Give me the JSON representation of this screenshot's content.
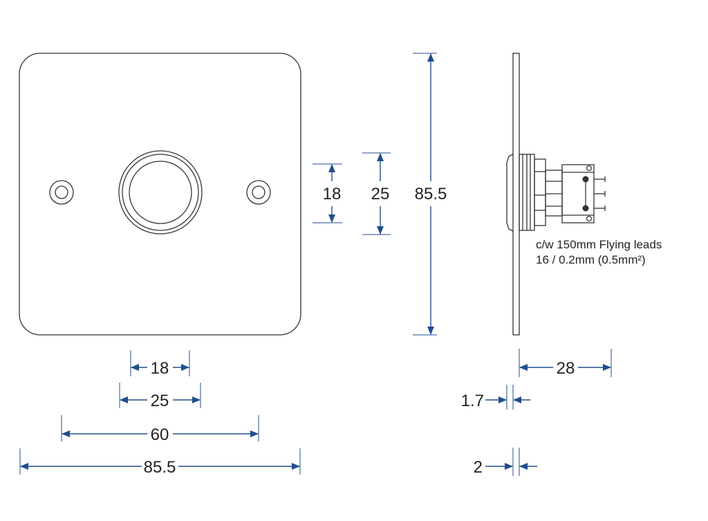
{
  "front_view": {
    "vertical_dims": [
      "18",
      "25",
      "85.5"
    ],
    "horizontal_dims": [
      "18",
      "25",
      "60",
      "85.5"
    ]
  },
  "side_view": {
    "dims": [
      "28",
      "1.7",
      "2"
    ],
    "note_line1": "c/w 150mm Flying leads",
    "note_line2": "16 / 0.2mm (0.5mm²)"
  },
  "colors": {
    "dimension": "#1f4e8c",
    "outline": "#333333",
    "text": "#222222"
  }
}
